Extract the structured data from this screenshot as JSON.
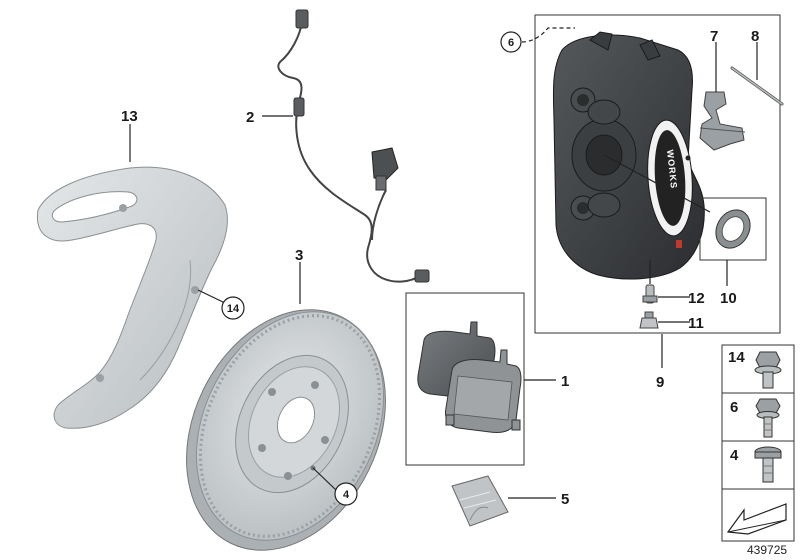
{
  "labels": {
    "part_1": "1",
    "part_2": "2",
    "part_3": "3",
    "part_4": "4",
    "part_5": "5",
    "part_6": "6",
    "part_7": "7",
    "part_8": "8",
    "part_9": "9",
    "part_10": "10",
    "part_11": "11",
    "part_12": "12",
    "part_13": "13",
    "part_14": "14"
  },
  "legend": {
    "item_14": "14",
    "item_6": "6",
    "item_4": "4"
  },
  "caliper_logo": "WORKS",
  "document_id": "439725",
  "colors": {
    "line": "#222222",
    "part_light": "#c8cdd0",
    "part_dark": "#3a3d40"
  }
}
